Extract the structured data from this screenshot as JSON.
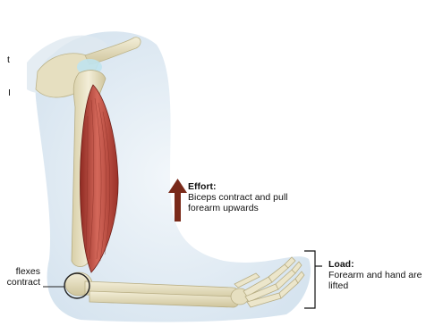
{
  "labels": {
    "left_frag_1": "t",
    "left_frag_2": "I",
    "flexor_frag_1": "flexes",
    "flexor_frag_2": "contract",
    "effort_title": "Effort:",
    "effort_text_1": "Biceps contract and pull",
    "effort_text_2": "forearm upwards",
    "load_title": "Load:",
    "load_text_1": "Forearm and hand are",
    "load_text_2": "lifted"
  },
  "colors": {
    "arrow": "#7a2a1a",
    "bone": "#e9e2c3",
    "muscle": "#c0473a",
    "skin": "#d8e6f1",
    "fulcrum_ring": "#222222"
  }
}
